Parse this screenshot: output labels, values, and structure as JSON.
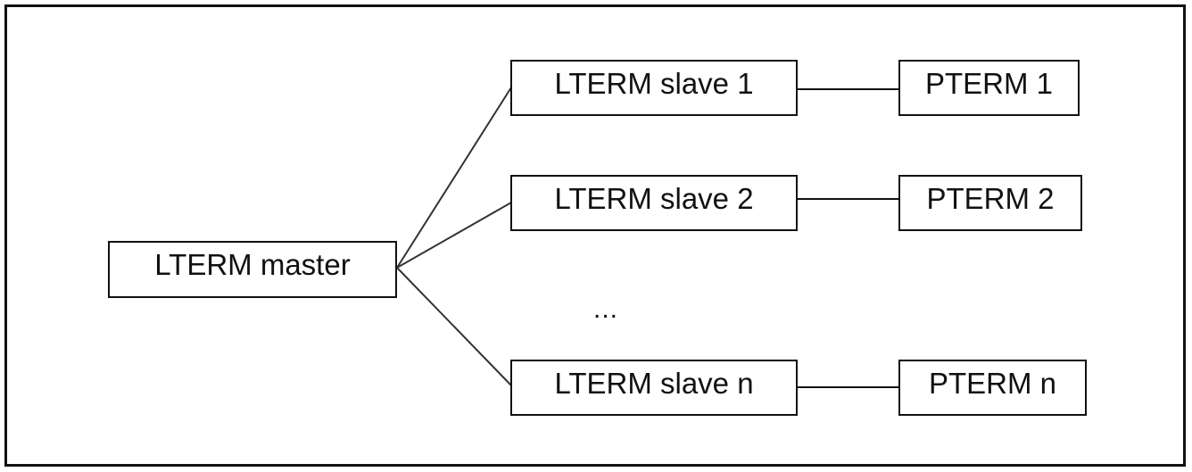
{
  "diagram": {
    "master": {
      "label": "LTERM master"
    },
    "slaves": [
      {
        "label": "LTERM slave 1"
      },
      {
        "label": "LTERM slave 2"
      },
      {
        "label": "LTERM slave n"
      }
    ],
    "pterms": [
      {
        "label": "PTERM 1"
      },
      {
        "label": "PTERM 2"
      },
      {
        "label": "PTERM n"
      }
    ],
    "ellipsis": "...",
    "colors": {
      "stroke": "#111111",
      "background": "#ffffff"
    }
  }
}
